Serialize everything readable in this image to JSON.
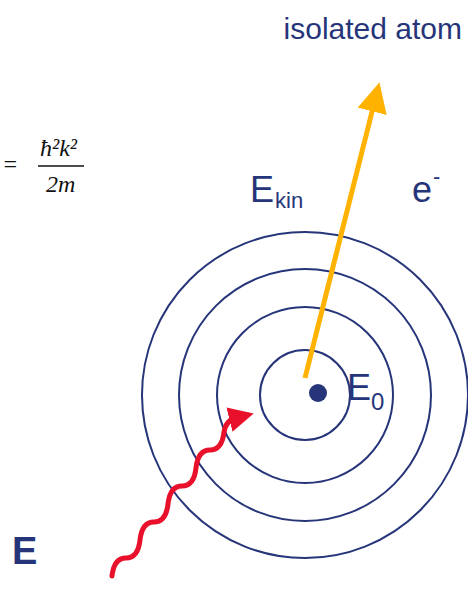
{
  "diagram": {
    "title": "isolated atom",
    "labels": [
      "=",
      "ħ²k²",
      "2m",
      "E",
      "kin",
      "e",
      "-",
      "E",
      "0",
      "E"
    ]
  }
}
